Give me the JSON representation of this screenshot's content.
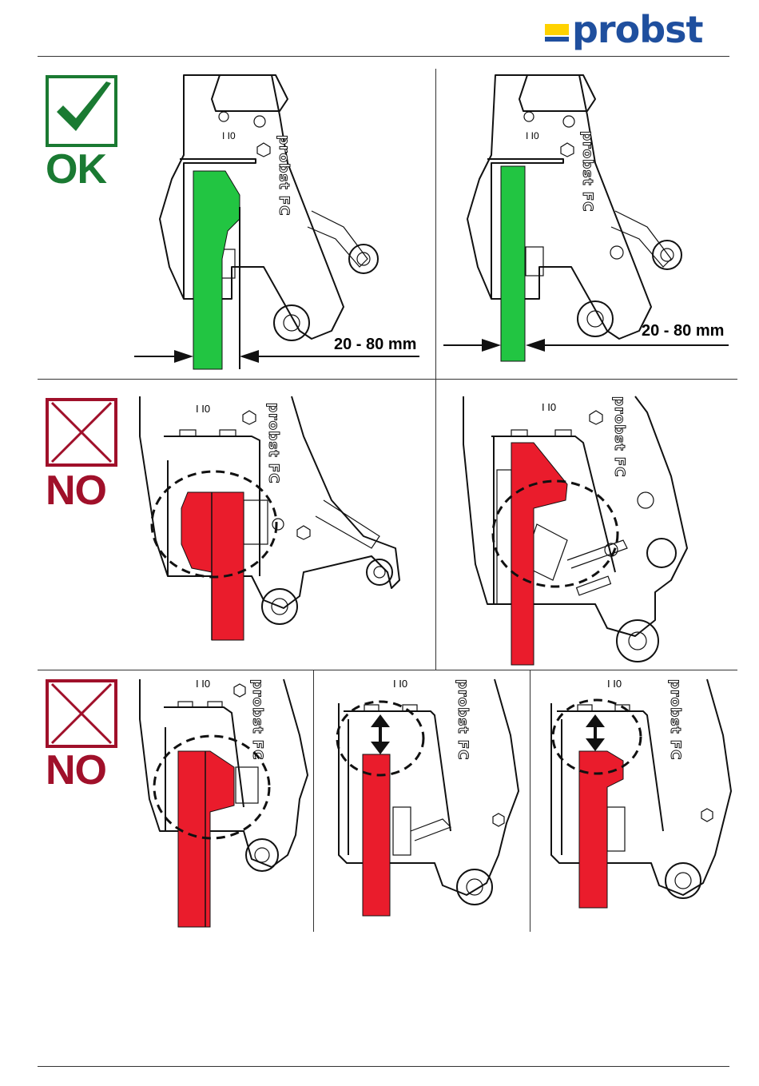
{
  "header": {
    "logo_text": "probst"
  },
  "colors": {
    "ok": "#1a7a32",
    "no": "#a0102a",
    "green_plate": "#22c542",
    "red_plate": "#ea1c2c",
    "logo_blue": "#1f4f9e",
    "logo_yellow": "#ffd200"
  },
  "rows": [
    {
      "verdict": "OK",
      "icon": "checkmark-icon",
      "panels": [
        {
          "dimension": "20 - 80 mm"
        },
        {
          "dimension": "20 - 80 mm"
        }
      ]
    },
    {
      "verdict": "NO",
      "icon": "cross-icon"
    },
    {
      "verdict": "NO",
      "icon": "cross-icon"
    }
  ],
  "machine": {
    "brand_label": "probst FC",
    "marking": "I I0"
  }
}
